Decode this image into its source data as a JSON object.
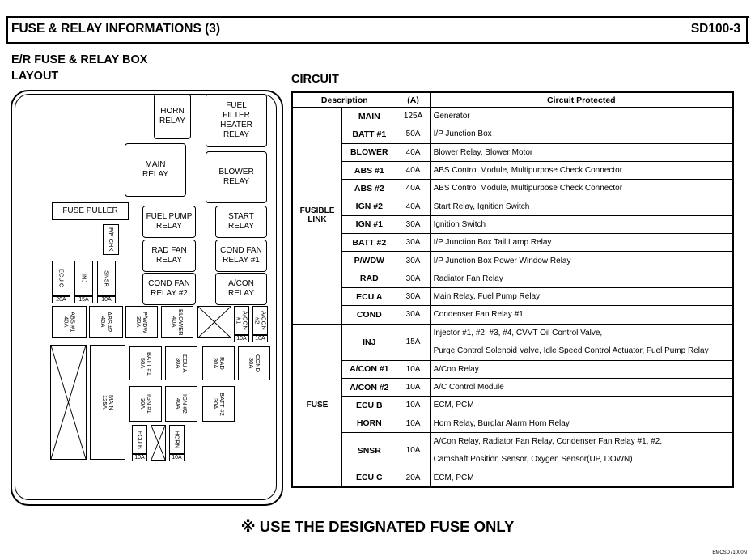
{
  "header": {
    "title": "FUSE & RELAY INFORMATIONS (3)",
    "code": "SD100-3"
  },
  "section": {
    "box_title": "E/R FUSE & RELAY BOX",
    "layout_label": "LAYOUT",
    "circuit_label": "CIRCUIT"
  },
  "layout": {
    "horn_relay": "HORN\nRELAY",
    "fuel_filter_heater_relay": "FUEL\nFILTER\nHEATER\nRELAY",
    "main_relay": "MAIN\nRELAY",
    "blower_relay": "BLOWER\nRELAY",
    "fuse_puller": "FUSE PULLER",
    "fuel_pump_relay": "FUEL PUMP\nRELAY",
    "start_relay": "START\nRELAY",
    "fp_chk": "F/P CHK",
    "rad_fan_relay": "RAD FAN\nRELAY",
    "cond_fan_relay_1": "COND FAN\nRELAY #1",
    "cond_fan_relay_2": "COND FAN\nRELAY #2",
    "acon_relay": "A/CON\nRELAY",
    "ecu_c": "ECU C",
    "inj": "INJ",
    "snsr": "SNSR",
    "ecu_c_amp": "20A",
    "inj_amp": "15A",
    "snsr_amp": "10A",
    "abs1": "ABS #1\n40A",
    "abs2": "ABS #2\n40A",
    "pwdw": "P/WDW\n30A",
    "blower": "BLOWER\n40A",
    "acon1": "A/CON\n#1",
    "acon2": "A/CON\n#2",
    "acon1_amp": "10A",
    "acon2_amp": "10A",
    "batt1": "BATT #1\n50A",
    "ecu_a": "ECU A\n30A",
    "rad": "RAD\n30A",
    "cond": "COND\n30A",
    "main": "MAIN\n125A",
    "ign1": "IGN #1\n30A",
    "ign2": "IGN #2\n40A",
    "batt2": "BATT #2\n30A",
    "ecu_b": "ECU B",
    "horn": "HORN",
    "ecu_b_amp": "10A",
    "horn_amp": "10A"
  },
  "table": {
    "headers": [
      "Description",
      "(A)",
      "Circuit Protected"
    ],
    "group_fusible": "FUSIBLE\nLINK",
    "group_fuse": "FUSE",
    "rows": [
      {
        "name": "MAIN",
        "amp": "125A",
        "circuit": "Generator"
      },
      {
        "name": "BATT #1",
        "amp": "50A",
        "circuit": "I/P Junction Box"
      },
      {
        "name": "BLOWER",
        "amp": "40A",
        "circuit": "Blower Relay, Blower Motor"
      },
      {
        "name": "ABS #1",
        "amp": "40A",
        "circuit": "ABS Control Module, Multipurpose Check Connector"
      },
      {
        "name": "ABS #2",
        "amp": "40A",
        "circuit": "ABS Control Module, Multipurpose Check Connector"
      },
      {
        "name": "IGN #2",
        "amp": "40A",
        "circuit": "Start Relay, Ignition Switch"
      },
      {
        "name": "IGN #1",
        "amp": "30A",
        "circuit": "Ignition Switch"
      },
      {
        "name": "BATT #2",
        "amp": "30A",
        "circuit": "I/P Junction Box Tail Lamp Relay"
      },
      {
        "name": "P/WDW",
        "amp": "30A",
        "circuit": "I/P Junction Box Power Window Relay"
      },
      {
        "name": "RAD",
        "amp": "30A",
        "circuit": "Radiator Fan Relay"
      },
      {
        "name": "ECU A",
        "amp": "30A",
        "circuit": "Main Relay, Fuel Pump Relay"
      },
      {
        "name": "COND",
        "amp": "30A",
        "circuit": "Condenser Fan Relay #1"
      },
      {
        "name": "INJ",
        "amp": "15A",
        "circuit": "Injector #1, #2, #3, #4, CVVT Oil Control Valve,\nPurge Control Solenoid Valve, Idle Speed Control Actuator, Fuel Pump Relay"
      },
      {
        "name": "A/CON #1",
        "amp": "10A",
        "circuit": "A/Con Relay"
      },
      {
        "name": "A/CON #2",
        "amp": "10A",
        "circuit": "A/C Control Module"
      },
      {
        "name": "ECU B",
        "amp": "10A",
        "circuit": "ECM, PCM"
      },
      {
        "name": "HORN",
        "amp": "10A",
        "circuit": "Horn Relay, Burglar Alarm Horn Relay"
      },
      {
        "name": "SNSR",
        "amp": "10A",
        "circuit": "A/Con Relay, Radiator Fan Relay, Condenser Fan Relay #1, #2,\nCamshaft Position Sensor, Oxygen Sensor(UP, DOWN)"
      },
      {
        "name": "ECU C",
        "amp": "20A",
        "circuit": "ECM, PCM"
      }
    ]
  },
  "footer": {
    "note": "※ USE THE DESIGNATED FUSE ONLY",
    "corner_code": "EMCSD71000N"
  }
}
